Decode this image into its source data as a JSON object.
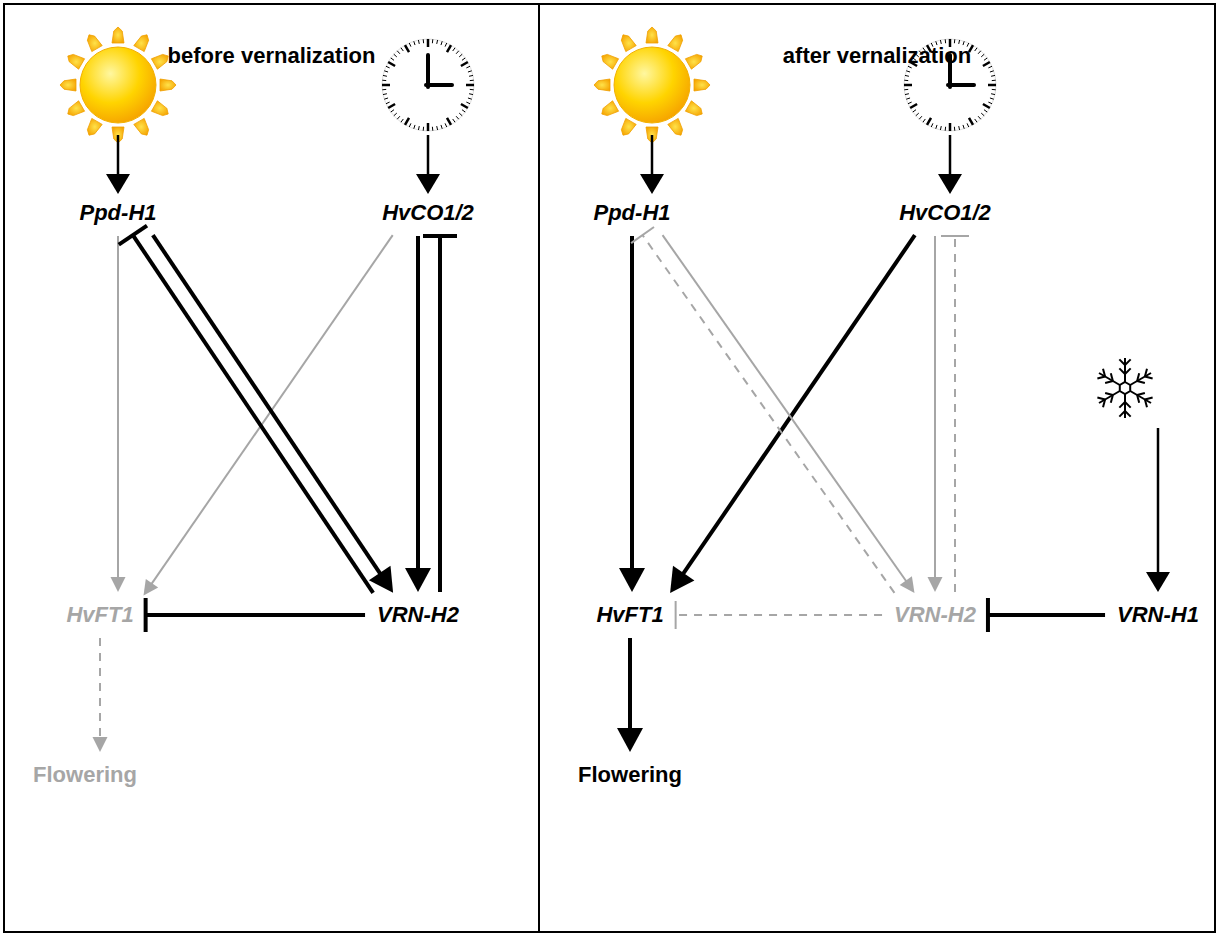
{
  "diagram": {
    "nodes": [
      {
        "text": [
          "before vernalization"
        ]
      },
      {
        "text": [
          "Ppd-H1"
        ],
        "in": 0
      },
      {
        "text": [
          "HvCO1/2"
        ],
        "in": 0
      },
      {
        "text": [
          "HvFT1"
        ],
        "in": 0
      },
      {
        "text": [
          "VRN-H2"
        ],
        "in": 0
      },
      {
        "text": [
          "Flowering"
        ],
        "in": 0
      },
      {
        "text": [
          "after vernalization"
        ]
      },
      {
        "text": [
          "Ppd-H1"
        ],
        "in": 6
      },
      {
        "text": [
          "HvCO1/2"
        ],
        "in": 6
      },
      {
        "text": [
          "HvFT1"
        ],
        "in": 6
      },
      {
        "text": [
          "VRN-H2"
        ],
        "in": 6
      },
      {
        "text": [
          "VRN-H1"
        ],
        "in": 6
      },
      {
        "text": [
          "Flowering"
        ],
        "in": 6
      }
    ],
    "edges": [
      {
        "from": 1,
        "to": 3,
        "arrow": "to"
      },
      {
        "from": 2,
        "to": 3,
        "arrow": "to"
      },
      {
        "from": 1,
        "to": 4,
        "arrow": "to"
      },
      {
        "from": 4,
        "to": 1,
        "arrow": "to"
      },
      {
        "from": 2,
        "to": 4,
        "arrow": "to"
      },
      {
        "from": 4,
        "to": 2,
        "arrow": "to"
      },
      {
        "from": 4,
        "to": 3,
        "arrow": "to"
      },
      {
        "from": 3,
        "to": 5,
        "arrow": "to"
      },
      {
        "from": 7,
        "to": 9,
        "arrow": "to"
      },
      {
        "from": 8,
        "to": 9,
        "arrow": "to"
      },
      {
        "from": 7,
        "to": 10,
        "arrow": "to"
      },
      {
        "from": 10,
        "to": 7,
        "arrow": "to"
      },
      {
        "from": 8,
        "to": 10,
        "arrow": "to"
      },
      {
        "from": 10,
        "to": 8,
        "arrow": "to"
      },
      {
        "from": 10,
        "to": 9,
        "arrow": "to"
      },
      {
        "from": 11,
        "to": 10,
        "arrow": "to"
      },
      {
        "from": 9,
        "to": 12,
        "arrow": "to"
      }
    ]
  }
}
